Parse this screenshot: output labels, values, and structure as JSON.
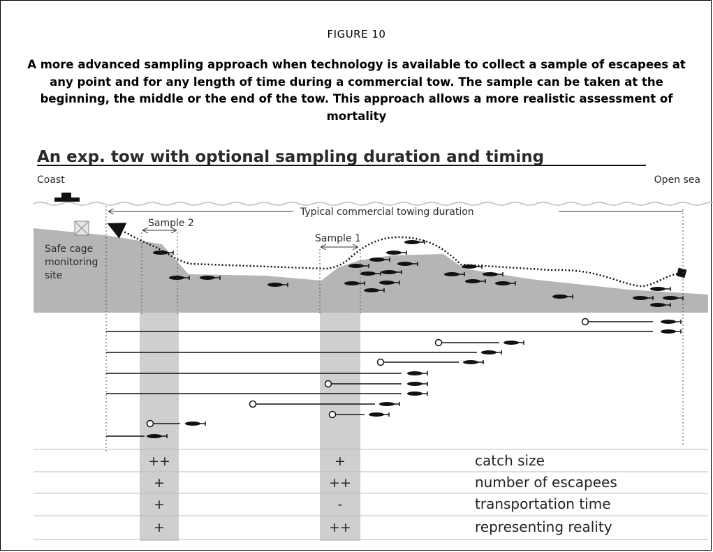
{
  "figure": {
    "label": "FIGURE 10",
    "caption": "A more advanced sampling approach when technology is available to collect a sample of escapees at any point and for any length of time during a commercial tow. The sample can be taken at the beginning, the middle or the end of the tow. This approach allows a more realistic assessment of mortality"
  },
  "diagram": {
    "title": "An exp. tow with optional sampling duration and timing",
    "coast_label": "Coast",
    "open_sea_label": "Open sea",
    "towing_label": "Typical commercial towing duration",
    "sample2_label": "Sample 2",
    "sample1_label": "Sample 1",
    "site_label_lines": [
      "Safe cage",
      "monitoring",
      "site"
    ]
  },
  "table": {
    "rows": [
      {
        "sample2": "++",
        "sample1": "+",
        "criterion": "catch size"
      },
      {
        "sample2": "+",
        "sample1": "++",
        "criterion": "number of escapees"
      },
      {
        "sample2": "+",
        "sample1": "-",
        "criterion": "transportation time"
      },
      {
        "sample2": "+",
        "sample1": "++",
        "criterion": "representing reality"
      }
    ]
  }
}
